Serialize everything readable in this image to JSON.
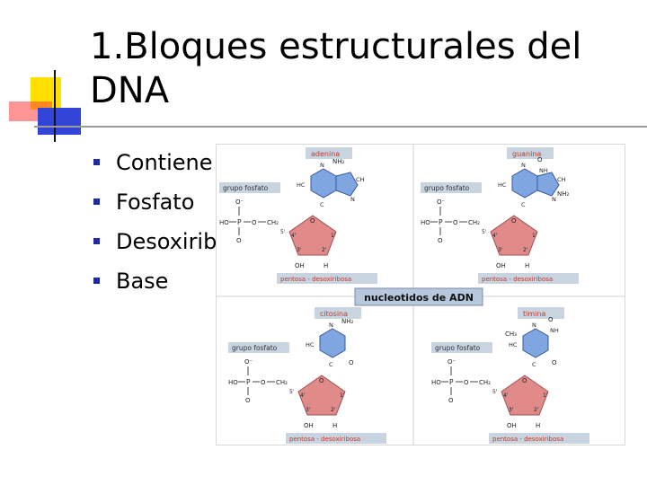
{
  "slide": {
    "title": "1.Bloques estructurales del DNA",
    "bullets": [
      "Contiene",
      "Fosfato",
      "Desoxirib",
      "Base"
    ]
  },
  "figure": {
    "center_label": "nucleotidos de ADN",
    "panels": [
      {
        "base": "adenina",
        "group": "grupo fosfato",
        "sugar": "pentosa - desoxiribosa"
      },
      {
        "base": "guanina",
        "group": "grupo fosfato",
        "sugar": "pentosa - desoxiribosa"
      },
      {
        "base": "citosina",
        "group": "grupo fosfato",
        "sugar": "pentosa - desoxiribosa"
      },
      {
        "base": "timina",
        "group": "grupo fosfato",
        "sugar": "pentosa - desoxiribosa"
      }
    ],
    "labels": {
      "o_minus": "O⁻",
      "p": "P",
      "o": "O",
      "ho": "HO",
      "ch2": "CH₂",
      "oh": "OH",
      "h": "H",
      "nh2": "NH₂",
      "nh": "NH",
      "n": "N",
      "hc": "HC",
      "ch": "CH",
      "ch3": "CH₃",
      "c": "C",
      "c5": "5'",
      "c4": "4'",
      "c3": "3'",
      "c2": "2'",
      "c1": "1'"
    },
    "colors": {
      "label_bg": "#c8d4e0",
      "label_text": "#c0392b",
      "base": "#7fa6e0",
      "sugar": "#e08a8a",
      "center": "#b8c8dc"
    }
  }
}
